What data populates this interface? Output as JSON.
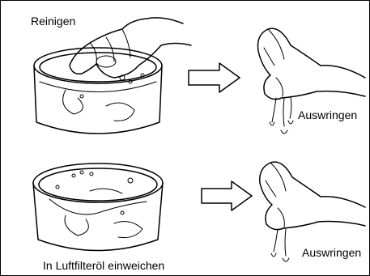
{
  "labels": {
    "clean": "Reinigen",
    "wring_top": "Auswringen",
    "wring_bottom": "Auswringen",
    "soak": "In Luftfilteröl einweichen"
  },
  "colors": {
    "ink": "#000000",
    "paper": "#ffffff"
  }
}
